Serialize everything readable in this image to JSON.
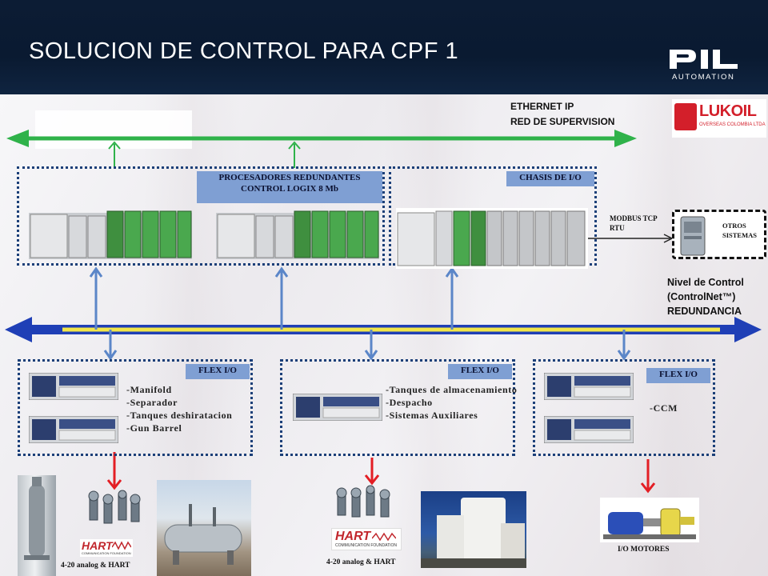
{
  "header": {
    "title": "SOLUCION  DE CONTROL PARA CPF 1",
    "logo_text": "PIL",
    "logo_subtext": "AUTOMATION"
  },
  "ethernet": {
    "line1": "ETHERNET IP",
    "line2": "RED DE SUPERVISION"
  },
  "lukoil": {
    "name": "LUKOIL",
    "sub": "OVERSEAS COLOMBIA LTDA"
  },
  "processors": {
    "line1": "PROCESADORES  REDUNDANTES",
    "line2": "CONTROL  LOGIX 8 Mb"
  },
  "chassis": {
    "label": "CHASIS  DE  I/O"
  },
  "modbus": {
    "line1": "MODBUS TCP",
    "line2": "RTU"
  },
  "otros": {
    "line1": "OTROS",
    "line2": "SISTEMAS"
  },
  "controlnet": {
    "line1": "Nivel de Control",
    "line2": "(ControlNet™)",
    "line3": "REDUNDANCIA"
  },
  "flex_groups": [
    {
      "tag": "FLEX I/O",
      "items": [
        "-Manifold",
        "-Separador",
        "-Tanques  deshiratacion",
        "-Gun  Barrel"
      ]
    },
    {
      "tag": "FLEX I/O",
      "items": [
        "-Tanques  de  almacenamiento",
        "-Despacho",
        "-Sistemas  Auxiliares"
      ]
    },
    {
      "tag": "FLEX I/O",
      "items": [
        "-CCM"
      ]
    }
  ],
  "captions": {
    "hart_left": "4-20 analog & HART",
    "hart_mid": "4-20 analog & HART",
    "motores": "I/O MOTORES",
    "hart_logo": "HART",
    "hart_logo_sub": "COMMUNICATION FOUNDATION"
  },
  "colors": {
    "header_bg": "#0c1c34",
    "ethernet_green": "#2fb24a",
    "controlnet_blue": "#1f3fb6",
    "controlnet_yellow": "#f2e64a",
    "arrow_red": "#e31e24",
    "tag_blue": "#7f9fd3",
    "module_green": "#4aa84e"
  }
}
